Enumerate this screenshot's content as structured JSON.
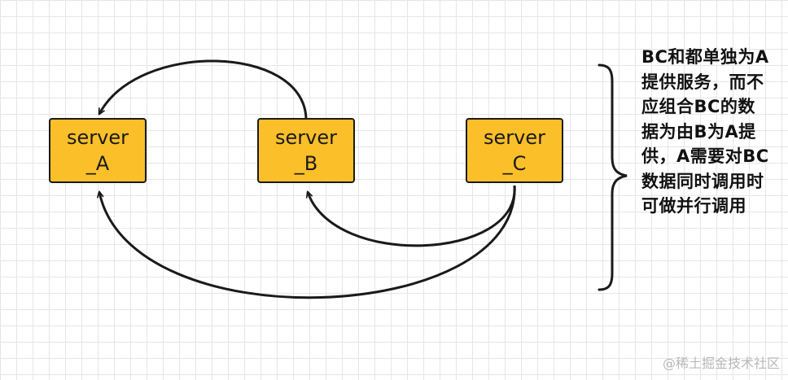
{
  "nodes": [
    {
      "id": "A",
      "label": "server\n_A"
    },
    {
      "id": "B",
      "label": "server\n_B"
    },
    {
      "id": "C",
      "label": "server\n_C"
    }
  ],
  "note": {
    "text": "BC和都单独为A提供服务，而不应组合BC的数据为由B为A提供，A需要对BC数据同时调用时可做并行调用"
  },
  "watermark": "@稀土掘金技术社区",
  "colors": {
    "node_fill": "#fbbf2a",
    "stroke": "#1a1a1a",
    "grid": "#e6e6e6"
  }
}
